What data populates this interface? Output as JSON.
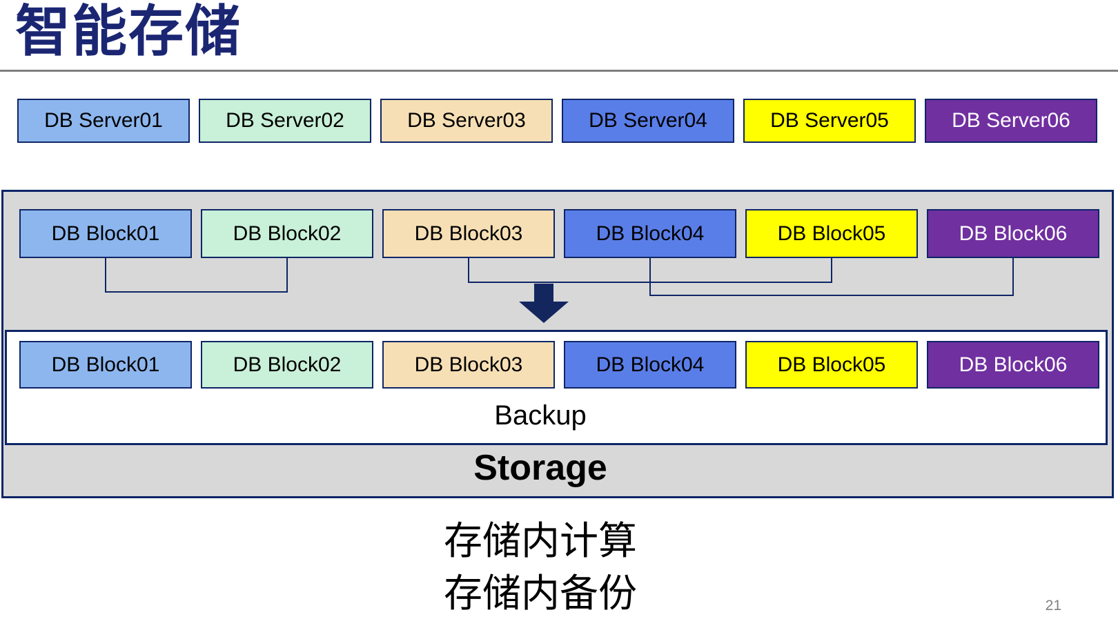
{
  "title": "智能存储",
  "page_number": "21",
  "palette": {
    "navy_border": "#0E2566",
    "title_navy": "#1B2673",
    "panel_gray": "#D8D8D8",
    "divider_gray": "#7F7F7F",
    "light_blue": "#8DB6EE",
    "mint_green": "#C9F0D8",
    "wheat": "#F6DFB5",
    "royal_blue": "#5A7EE8",
    "yellow": "#FFFF00",
    "purple": "#7030A0",
    "black": "#000000",
    "white": "#FFFFFF"
  },
  "server_row": {
    "items": [
      {
        "label": "DB Server01",
        "bg": "#8DB6EE",
        "fg": "#000000"
      },
      {
        "label": "DB Server02",
        "bg": "#C9F0D8",
        "fg": "#000000"
      },
      {
        "label": "DB Server03",
        "bg": "#F6DFB5",
        "fg": "#000000"
      },
      {
        "label": "DB Server04",
        "bg": "#5A7EE8",
        "fg": "#000000"
      },
      {
        "label": "DB Server05",
        "bg": "#FFFF00",
        "fg": "#000000"
      },
      {
        "label": "DB Server06",
        "bg": "#7030A0",
        "fg": "#FFFFFF"
      }
    ]
  },
  "block_row_top": {
    "items": [
      {
        "label": "DB Block01",
        "bg": "#8DB6EE",
        "fg": "#000000"
      },
      {
        "label": "DB Block02",
        "bg": "#C9F0D8",
        "fg": "#000000"
      },
      {
        "label": "DB Block03",
        "bg": "#F6DFB5",
        "fg": "#000000"
      },
      {
        "label": "DB Block04",
        "bg": "#5A7EE8",
        "fg": "#000000"
      },
      {
        "label": "DB Block05",
        "bg": "#FFFF00",
        "fg": "#000000"
      },
      {
        "label": "DB Block06",
        "bg": "#7030A0",
        "fg": "#FFFFFF"
      }
    ]
  },
  "block_row_backup": {
    "items": [
      {
        "label": "DB Block01",
        "bg": "#8DB6EE",
        "fg": "#000000"
      },
      {
        "label": "DB Block02",
        "bg": "#C9F0D8",
        "fg": "#000000"
      },
      {
        "label": "DB Block03",
        "bg": "#F6DFB5",
        "fg": "#000000"
      },
      {
        "label": "DB Block04",
        "bg": "#5A7EE8",
        "fg": "#000000"
      },
      {
        "label": "DB Block05",
        "bg": "#FFFF00",
        "fg": "#000000"
      },
      {
        "label": "DB Block06",
        "bg": "#7030A0",
        "fg": "#FFFFFF"
      }
    ]
  },
  "connections": [
    {
      "from": "DB Block01",
      "to": "DB Block02"
    },
    {
      "from": "DB Block03",
      "to": "DB Block05"
    },
    {
      "from": "DB Block04",
      "to": "DB Block06"
    }
  ],
  "backup_label": "Backup",
  "storage_label": "Storage",
  "caption": {
    "line1": "存储内计算",
    "line2": "存储内备份"
  }
}
